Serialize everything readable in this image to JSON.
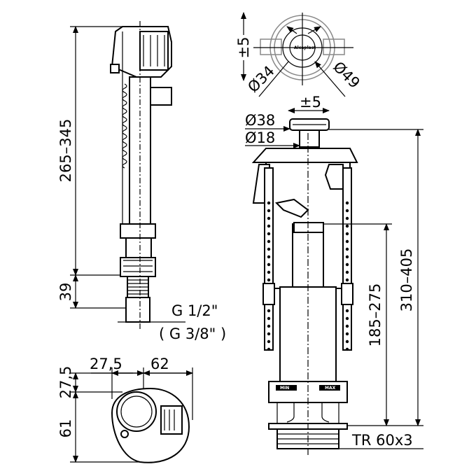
{
  "fill_valve": {
    "height_range": "265–345",
    "connection_height": "39",
    "thread_main": "G 1/2\"",
    "thread_alt": "( G 3/8\" )"
  },
  "top_view": {
    "depth_top": "27,5",
    "depth_bottom": "61",
    "width_left": "27,5",
    "width_right": "62"
  },
  "flush_valve_top": {
    "adjust": "±5",
    "diameter_inner": "Ø34",
    "diameter_outer": "Ø49",
    "brand": "Alcaplast"
  },
  "flush_valve": {
    "adjust": "±5",
    "button_diameter": "Ø38",
    "button_inner": "Ø18",
    "total_height": "310–405",
    "overflow_height": "185–275",
    "thread": "TR 60x3",
    "min_label": "MIN",
    "max_label": "MAX"
  }
}
